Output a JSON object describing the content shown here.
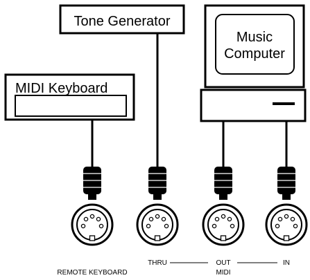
{
  "devices": {
    "tone_generator": "Tone Generator",
    "midi_keyboard": "MIDI Keyboard",
    "computer_line1": "Music",
    "computer_line2": "Computer"
  },
  "ports": {
    "remote_keyboard": "REMOTE KEYBOARD",
    "thru": "THRU",
    "out": "OUT",
    "in": "IN",
    "midi": "MIDI"
  }
}
